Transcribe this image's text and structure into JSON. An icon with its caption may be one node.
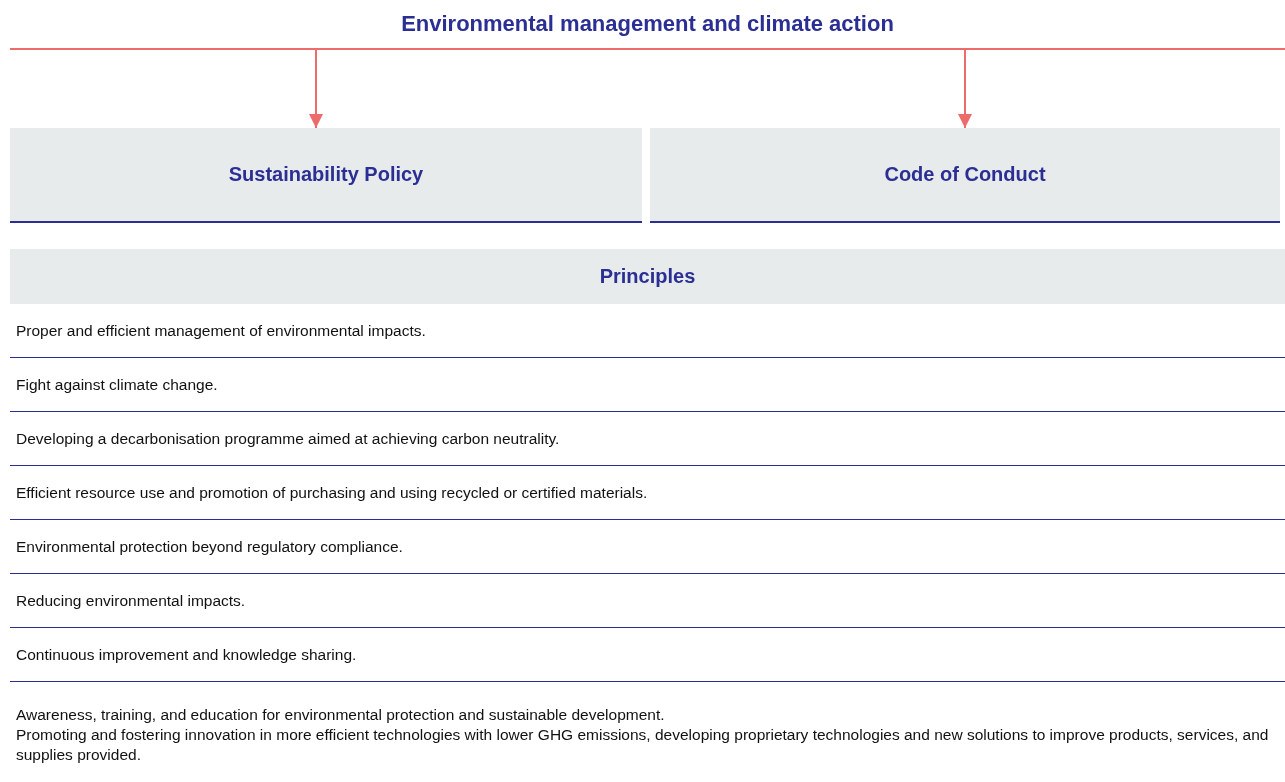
{
  "diagram": {
    "nodes": [
      {
        "text": [
          "Environmental management and climate action"
        ]
      },
      {
        "text": [
          "Sustainability Policy"
        ]
      },
      {
        "text": [
          "Code of Conduct"
        ]
      },
      {
        "text": [
          "Principles"
        ]
      }
    ],
    "edges": [
      {
        "from": 0,
        "to": 1,
        "arrow": "to"
      },
      {
        "from": 0,
        "to": 2,
        "arrow": "to"
      }
    ],
    "labels": [
      "Proper and efficient management of environmental impacts.",
      "Fight against climate change.",
      "Developing a decarbonisation programme aimed at achieving carbon neutrality.",
      "Efficient resource use and promotion of purchasing and using recycled or certified materials.",
      "Environmental protection beyond regulatory compliance.",
      "Reducing environmental impacts.",
      "Continuous improvement and knowledge sharing.",
      "Awareness, training, and education for environmental protection and sustainable development.",
      "Promoting and fostering innovation in more efficient technologies with lower GHG emissions, developing proprietary technologies and new solutions to improve products, services, and supplies provided."
    ]
  }
}
